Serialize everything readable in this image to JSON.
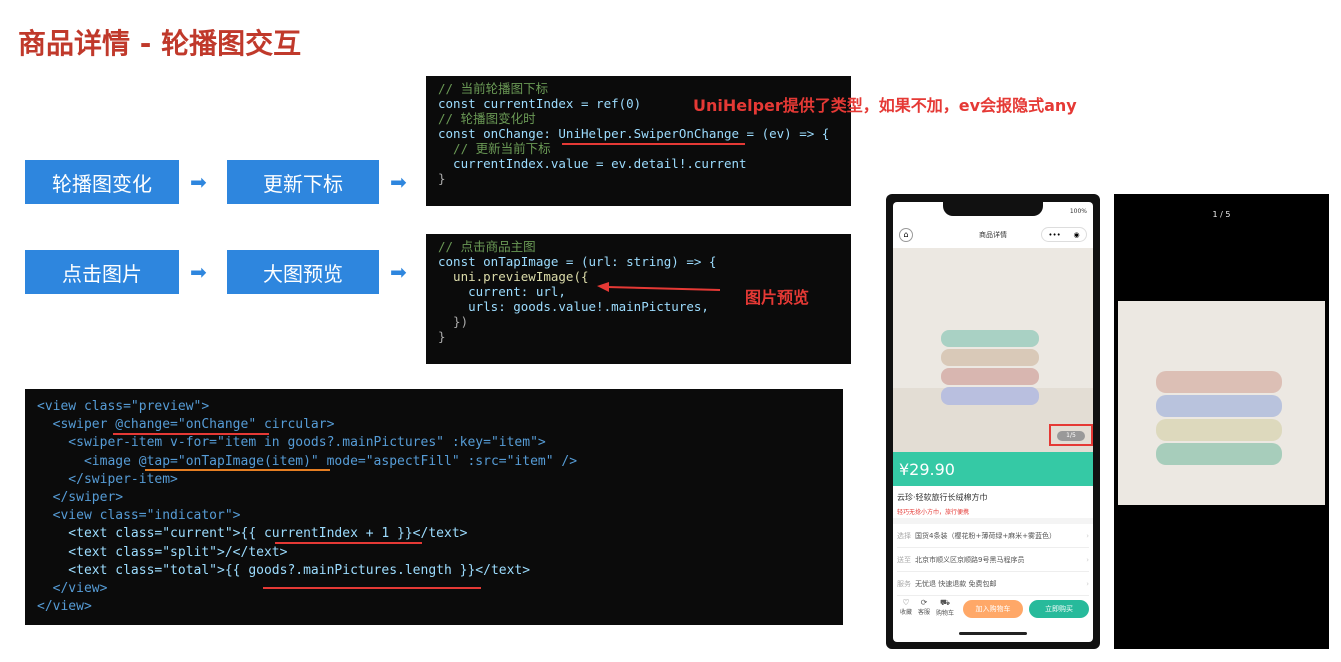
{
  "page_title": "商品详情 - 轮播图交互",
  "flow": {
    "row1": [
      "轮播图变化",
      "更新下标"
    ],
    "row2": [
      "点击图片",
      "大图预览"
    ],
    "arrow": "➡"
  },
  "code1": [
    "// 当前轮播图下标",
    "const currentIndex = ref(0)",
    "// 轮播图变化时",
    "const onChange: UniHelper.SwiperOnChange = (ev) => {",
    "  // 更新当前下标",
    "  currentIndex.value = ev.detail!.current",
    "}"
  ],
  "note1": "UniHelper提供了类型，如果不加，ev会报隐式any",
  "code2": [
    "// 点击商品主图",
    "const onTapImage = (url: string) => {",
    "  uni.previewImage({",
    "    current: url,",
    "    urls: goods.value!.mainPictures,",
    "  })",
    "}"
  ],
  "note2": "图片预览",
  "code3": [
    "<view class=\"preview\">",
    "  <swiper @change=\"onChange\" circular>",
    "    <swiper-item v-for=\"item in goods?.mainPictures\" :key=\"item\">",
    "      <image @tap=\"onTapImage(item)\" mode=\"aspectFill\" :src=\"item\" />",
    "    </swiper-item>",
    "  </swiper>",
    "  <view class=\"indicator\">",
    "    <text class=\"current\">{{ currentIndex + 1 }}</text>",
    "    <text class=\"split\">/</text>",
    "    <text class=\"total\">{{ goods?.mainPictures.length }}</text>",
    "  </view>",
    "</view>"
  ],
  "phone": {
    "battery": "100%",
    "nav_title": "商品详情",
    "menu_dots": "•••",
    "indicator": "1/5",
    "price": "¥29.90",
    "product_name": "云珍·轻软旅行长绒棉方巾",
    "product_desc": "轻巧无捻小方巾，旅行便携",
    "rows": [
      {
        "label": "选择",
        "value": "国货4条装（樱花粉+薄荷绿+麻米+雾蓝色）"
      },
      {
        "label": "送至",
        "value": "北京市顺义区京顺路9号黑马程序员"
      },
      {
        "label": "服务",
        "value": "无忧退 快速退款 免费包邮"
      }
    ],
    "bottom_icons": [
      "收藏",
      "客服",
      "购物车"
    ],
    "add_cart": "加入购物车",
    "buy_now": "立即购买"
  },
  "preview": {
    "indicator": "1 / 5"
  },
  "colors": {
    "accent_blue": "#2e86de",
    "title_red": "#c0392b",
    "price_green": "#35c9a5",
    "cart_orange": "#ffa868",
    "buy_green": "#27ba9b"
  }
}
